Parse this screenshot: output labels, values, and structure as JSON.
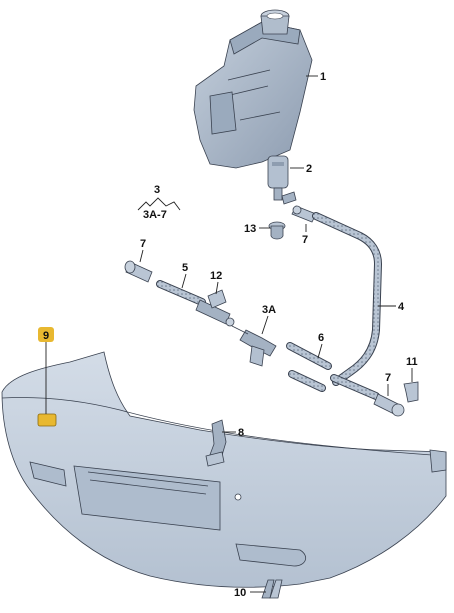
{
  "callouts": {
    "c1": "1",
    "c2": "2",
    "c3": "3",
    "c3a7": "3A-7",
    "c13": "13",
    "c7a": "7",
    "c7b": "7",
    "c5": "5",
    "c12": "12",
    "c3a": "3A",
    "c4": "4",
    "c6": "6",
    "c11": "11",
    "c7c": "7",
    "c9": "9",
    "c8": "8",
    "c10": "10"
  },
  "colors": {
    "part_fill": "#b6c3d3",
    "part_shadow": "#8e9db0",
    "bumper_fill": "#c9d4e0",
    "highlight": "#e8b830"
  }
}
